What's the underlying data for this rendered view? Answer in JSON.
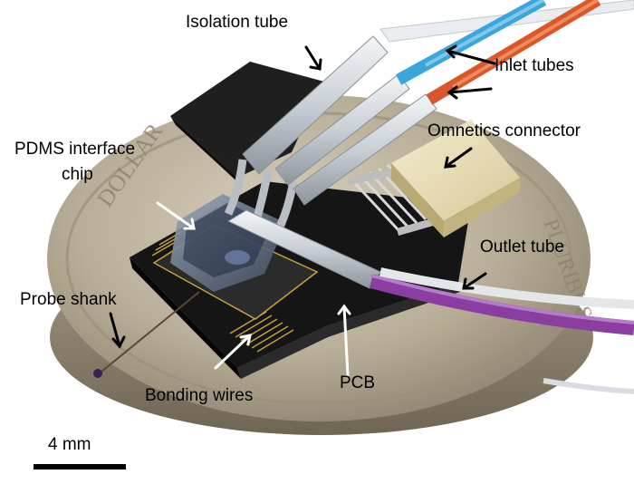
{
  "figure": {
    "labels": {
      "isolation_tube": "Isolation tube",
      "inlet_tubes": "Inlet tubes",
      "omnetics_connector": "Omnetics connector",
      "pdms_chip_line1": "PDMS interface",
      "pdms_chip_line2": "chip",
      "outlet_tube": "Outlet tube",
      "probe_shank": "Probe shank",
      "bonding_wires": "Bonding wires",
      "pcb": "PCB",
      "scale_bar": "4 mm"
    }
  },
  "colors": {
    "background": "#ffffff",
    "coin": "#b8ad97",
    "pcb": "#1b1b1b",
    "connector": "#e9dfb8",
    "inlet_tube_blue": "#3aa6da",
    "inlet_tube_red": "#d9572a",
    "outlet_tube": "#8a3fa0",
    "label_text": "#000000",
    "white_arrow": "#ffffff"
  }
}
